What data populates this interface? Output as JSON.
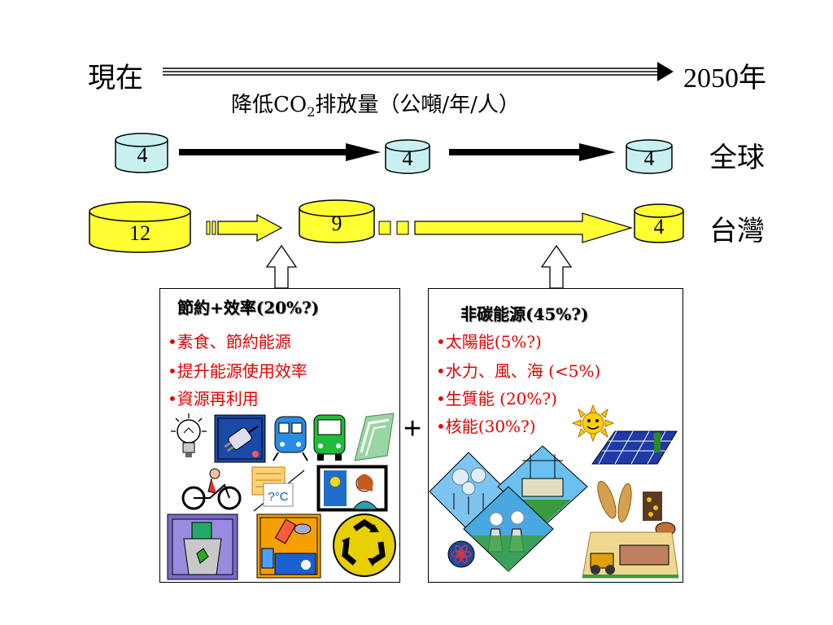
{
  "timeline": {
    "start_label": "現在",
    "end_label": "2050年",
    "caption_prefix": "降低CO",
    "caption_sub": "2",
    "caption_suffix": "排放量（公噸/年/人）"
  },
  "rows": {
    "global": {
      "label": "全球",
      "values": [
        "4",
        "4",
        "4"
      ],
      "color": "#c8f0f0"
    },
    "taiwan": {
      "label": "台灣",
      "values": [
        "12",
        "9",
        "4"
      ],
      "color": "#ffff33"
    }
  },
  "left_box": {
    "title": "節約+效率(20%?)",
    "items": [
      "•素食、節約能源",
      "•提升能源使用效率",
      "•資源再利用"
    ],
    "icons": [
      "light-bulb-icon",
      "plug-icon",
      "train-icon",
      "bus-icon",
      "high-speed-train-icon",
      "cyclist-icon",
      "thermostat-icon",
      "presentation-icon",
      "recycle-bin-icon",
      "waste-icon",
      "recycle-symbol-icon"
    ]
  },
  "plus_sign": "+",
  "right_box": {
    "title": "非碳能源(45%?)",
    "items": [
      "•太陽能(5%?)",
      "•水力、風、海 (<5%)",
      "•生質能 (20%?)",
      "•核能(30%?)"
    ],
    "icons": [
      "sun-icon",
      "solar-panel-icon",
      "wind-turbine-icon",
      "hydro-dam-icon",
      "power-plant-icon",
      "atom-icon",
      "biomass-icon"
    ]
  },
  "thermostat_text": "?°C"
}
